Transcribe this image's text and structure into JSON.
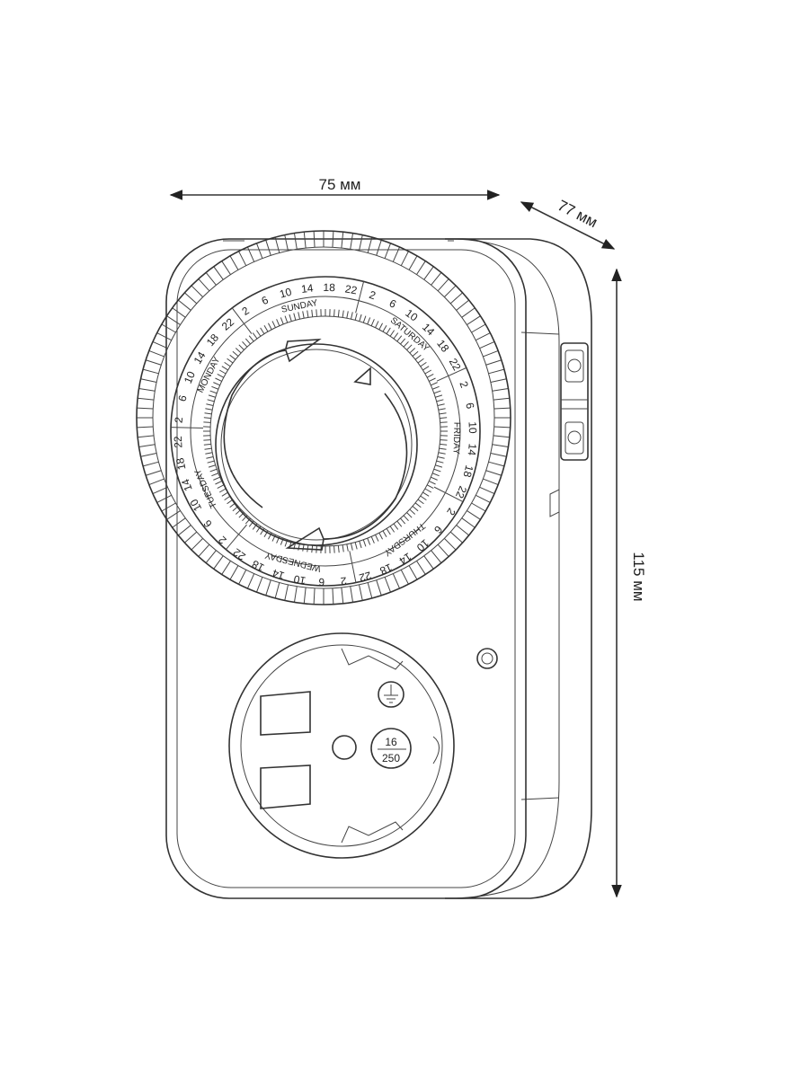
{
  "dimensions": {
    "width": "75 мм",
    "depth": "77 мм",
    "height": "115 мм"
  },
  "dial": {
    "days": [
      "SUNDAY",
      "MONDAY",
      "TUESDAY",
      "WEDNESDAY",
      "THURSDAY",
      "FRIDAY",
      "SATURDAY"
    ],
    "hour_labels": [
      "2",
      "6",
      "10",
      "14",
      "18",
      "22"
    ]
  },
  "socket": {
    "rating_current": "16",
    "rating_voltage": "250"
  },
  "colors": {
    "line": "#333333",
    "background": "#ffffff"
  }
}
